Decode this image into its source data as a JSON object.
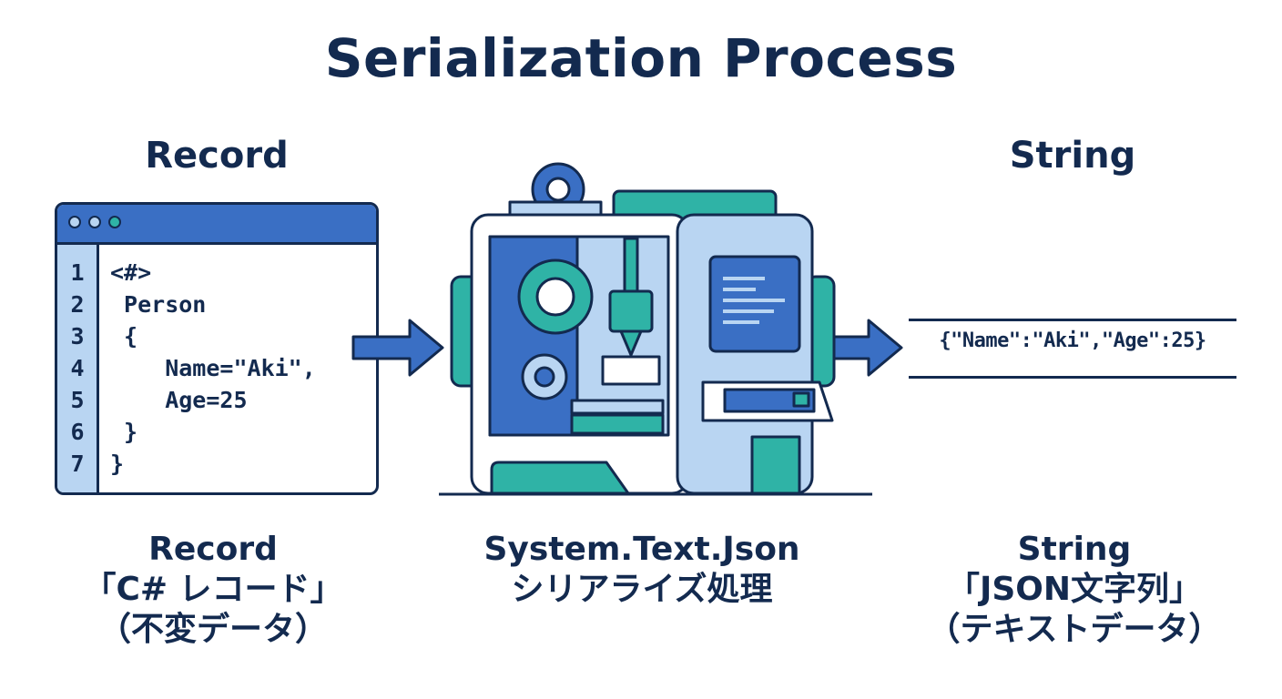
{
  "title": "Serialization Process",
  "left": {
    "heading": "Record",
    "code_lines": [
      {
        "num": "1",
        "text": "<#>"
      },
      {
        "num": "2",
        "text": " Person"
      },
      {
        "num": "3",
        "text": " {"
      },
      {
        "num": "4",
        "text": "    Name=\"Aki\","
      },
      {
        "num": "5",
        "text": "    Age=25"
      },
      {
        "num": "6",
        "text": " }"
      },
      {
        "num": "7",
        "text": "}"
      }
    ],
    "caption": [
      "Record",
      "「C# レコード」",
      "（不変データ）"
    ]
  },
  "middle": {
    "caption": [
      "System.Text.Json",
      "シリアライズ処理"
    ]
  },
  "right": {
    "heading": "String",
    "json": "{\"Name\":\"Aki\",\"Age\":25}",
    "caption": [
      "String",
      "「JSON文字列」",
      "（テキストデータ）"
    ]
  },
  "colors": {
    "navy": "#132a4f",
    "blue": "#3a6fc4",
    "teal": "#2fb3a6",
    "light_blue": "#b9d5f2"
  },
  "icons": [
    "window-dots-icon",
    "arrow-right-icon",
    "gear-icon",
    "machine-icon"
  ]
}
